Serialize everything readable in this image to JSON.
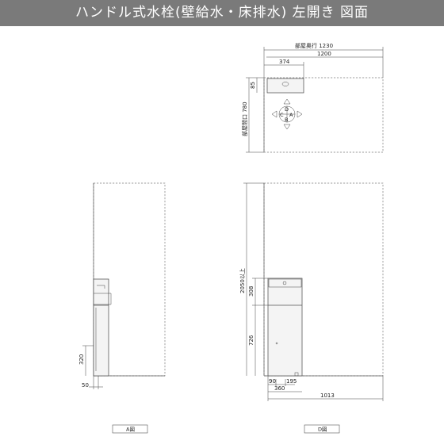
{
  "title": "ハンドル式水栓(壁給水・床排水) 左開き 図面",
  "plan_view": {
    "dim_wall_depth": "部屋奥行 1230",
    "dim_width": "1200",
    "dim_offset": "374",
    "dim_top": "85",
    "dim_opening": "部屋間口 780",
    "dir_a": "A",
    "dir_b": "B",
    "dir_c": "C",
    "dir_d": "D"
  },
  "front_view": {
    "dim_height": "2050以上",
    "dim_upper": "308",
    "dim_lower": "726",
    "dim_90": "90",
    "dim_195": "195",
    "dim_360": "360",
    "dim_1013": "1013"
  },
  "side_view": {
    "dim_320": "320",
    "dim_50": "50"
  },
  "captions": {
    "view_a": "A図",
    "view_d": "D図"
  }
}
